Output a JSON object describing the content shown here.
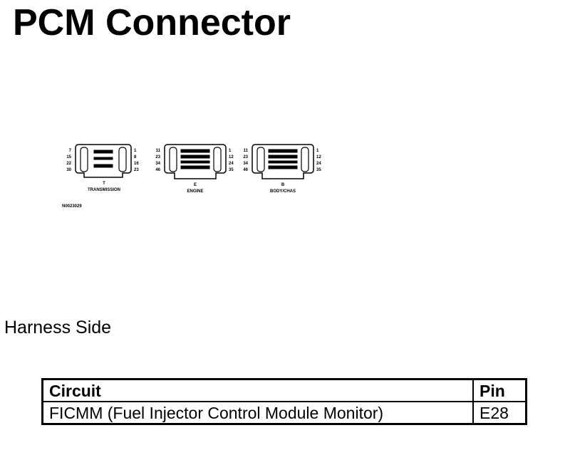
{
  "title": "PCM Connector",
  "connectors": [
    {
      "letter": "T",
      "name": "TRANSMISSION",
      "left_pins": [
        "7",
        "15",
        "22",
        "30"
      ],
      "right_pins": [
        "1",
        "8",
        "16",
        "23"
      ]
    },
    {
      "letter": "E",
      "name": "ENGINE",
      "left_pins": [
        "11",
        "23",
        "34",
        "46"
      ],
      "right_pins": [
        "1",
        "12",
        "24",
        "35"
      ]
    },
    {
      "letter": "B",
      "name": "BODY/CHAS",
      "left_pins": [
        "11",
        "23",
        "34",
        "46"
      ],
      "right_pins": [
        "1",
        "12",
        "24",
        "35"
      ]
    }
  ],
  "figure_id": "N0023029",
  "subtitle": "Harness Side",
  "table": {
    "headers": [
      "Circuit",
      "Pin"
    ],
    "rows": [
      [
        "FICMM (Fuel Injector Control Module Monitor)",
        "E28"
      ]
    ]
  }
}
